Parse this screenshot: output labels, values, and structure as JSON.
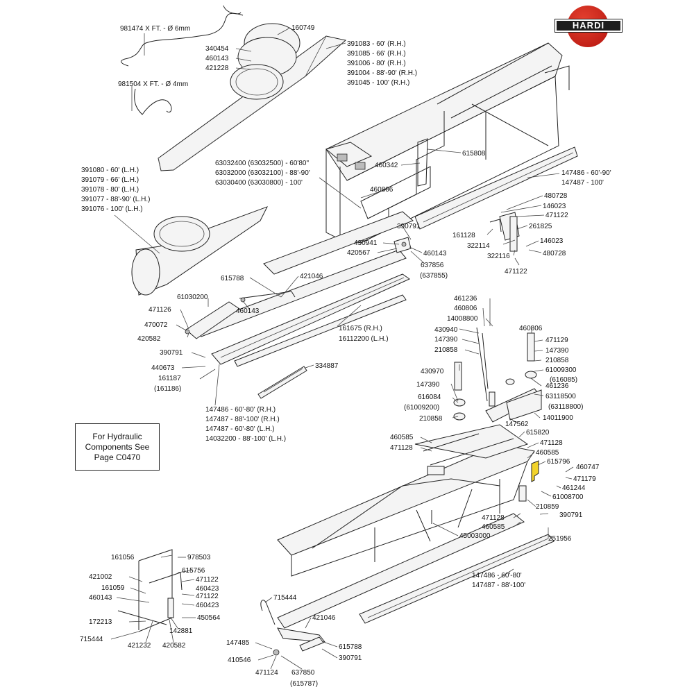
{
  "brand": {
    "logo_text": "HARDI"
  },
  "note": "For Hydraulic\nComponents See\nPage C0470",
  "labels": {
    "l981474": "981474 X FT. - Ø 6mm",
    "l981504": "981504 X FT. - Ø 4mm",
    "l160749": "160749",
    "l340454": "340454",
    "l460143a": "460143",
    "l421228": "421228",
    "lRH_top": [
      "391083 - 60' (R.H.)",
      "391085 - 66' (R.H.)",
      "391006 - 80' (R.H.)",
      "391004 - 88'-90' (R.H.)",
      "391045 - 100' (R.H.)"
    ],
    "lLH_top": [
      "391080 - 60' (L.H.)",
      "391079 - 66' (L.H.)",
      "391078 - 80' (L.H.)",
      "391077 - 88'-90' (L.H.)",
      "391076 - 100' (L.H.)"
    ],
    "l615808": "615808",
    "l460342": "460342",
    "l630": [
      "63032400 (63032500) - 60'80\"",
      "63032000 (63032100) - 88'-90'",
      "63030400 (63030800) - 100'"
    ],
    "l460806a": "460806",
    "l147486a": [
      "147486 - 60'-90'",
      "147487 - 100'"
    ],
    "l480728a": "480728",
    "l146023a": "146023",
    "l471122a": "471122",
    "l261825": "261825",
    "l161128": "161128",
    "l322114": "322114",
    "l322116": "322116",
    "l146023b": "146023",
    "l480728b": "480728",
    "l471122b": "471122",
    "l390791a": "390791",
    "l430941": "430941",
    "l420567": "420567",
    "l460143b": "460143",
    "l637856": "637856",
    "l637855": "(637855)",
    "l615788a": "615788",
    "l421046a": "421046",
    "l61030200": "61030200",
    "l460143c": "460143",
    "l471126": "471126",
    "l470072": "470072",
    "l420582a": "420582",
    "l161675": [
      "161675 (R.H.)",
      "16112200 (L.H.)"
    ],
    "l390791b": "390791",
    "l334887": "334887",
    "l440673": "440673",
    "l161187": "161187",
    "l161186": "(161186)",
    "l147486b": [
      "147486 - 60'-80' (R.H.)",
      "147487 - 88'-100' (R.H.)",
      "147487 - 60'-80' (L.H.)",
      "14032200 - 88'-100' (L.H.)"
    ],
    "l461236a": "461236",
    "l460806b": "460806",
    "l14008800": "14008800",
    "l430940": "430940",
    "l147390a": "147390",
    "l210858a": "210858",
    "l460806c": "460806",
    "l471129": "471129",
    "l147390b": "147390",
    "l210858b": "210858",
    "l61009300": "61009300",
    "l616085": "(616085)",
    "l430970": "430970",
    "l461236b": "461236",
    "l147390c": "147390",
    "l63118500": "63118500",
    "l63118800": "(63118800)",
    "l616084": "616084",
    "l61009200": "(61009200)",
    "l210858c": "210858",
    "l14011900": "14011900",
    "l147562": "147562",
    "l460585a": "460585",
    "l615820": "615820",
    "l471128a": "471128",
    "l471128b": "471128",
    "l460585b": "460585",
    "l615796": "615796",
    "l460747": "460747",
    "l471179": "471179",
    "l461244": "461244",
    "l61008700": "61008700",
    "l210859": "210859",
    "l471128c": "471128",
    "l460585c": "460585",
    "l390791c": "390791",
    "l45003000": "45003000",
    "l251956": "251956",
    "l147486c": [
      "147486 - 60'-80'",
      "147487 - 88'-100'"
    ],
    "l161056": "161056",
    "l978503": "978503",
    "l615756": "615756",
    "l421002": "421002",
    "l471122c": "471122",
    "l161059": "161059",
    "l460423a": "460423",
    "l460143d": "460143",
    "l471122d": "471122",
    "l460423b": "460423",
    "l172213": "172213",
    "l450564": "450564",
    "l142881": "142881",
    "l715444a": "715444",
    "l421232": "421232",
    "l420582b": "420582",
    "l715444b": "715444",
    "l421046b": "421046",
    "l147485": "147485",
    "l615788b": "615788",
    "l410546": "410546",
    "l390791d": "390791",
    "l471124": "471124",
    "l637850": "637850",
    "l615787": "(615787)"
  }
}
